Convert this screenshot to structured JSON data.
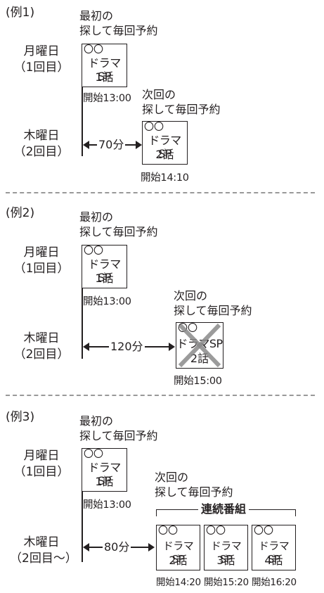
{
  "examples": [
    {
      "label": "(例1)",
      "first_caption": [
        "最初の",
        "探して毎回予約"
      ],
      "day1": [
        "月曜日",
        "（1回目）"
      ],
      "day2": [
        "木曜日",
        "（2回目）"
      ],
      "box1": {
        "circles": "〇〇",
        "title": "ドラマSP",
        "episode": "1話",
        "start": "開始13:00"
      },
      "next_caption": [
        "次回の",
        "探して毎回予約"
      ],
      "gap": "70分",
      "boxes2": [
        {
          "circles": "〇〇",
          "title": "ドラマSP",
          "episode": "2話",
          "start": "開始14:10"
        }
      ]
    },
    {
      "label": "(例2)",
      "first_caption": [
        "最初の",
        "探して毎回予約"
      ],
      "day1": [
        "月曜日",
        "（1回目）"
      ],
      "day2": [
        "木曜日",
        "（2回目）"
      ],
      "box1": {
        "circles": "〇〇",
        "title": "ドラマSP",
        "episode": "1話",
        "start": "開始13:00"
      },
      "next_caption": [
        "次回の",
        "探して毎回予約"
      ],
      "gap": "120分",
      "boxes2": [
        {
          "circles": "〇〇",
          "title": "ドラマSP",
          "episode": "2話",
          "start": "開始15:00",
          "crossed": true
        }
      ]
    },
    {
      "label": "(例3)",
      "first_caption": [
        "最初の",
        "探して毎回予約"
      ],
      "day1": [
        "月曜日",
        "（1回目）"
      ],
      "day2": [
        "木曜日",
        "（2回目〜）"
      ],
      "box1": {
        "circles": "〇〇",
        "title": "ドラマSP",
        "episode": "1話",
        "start": "開始13:00"
      },
      "next_caption": [
        "次回の",
        "探して毎回予約"
      ],
      "group_label": "連続番組",
      "gap": "80分",
      "boxes2": [
        {
          "circles": "〇〇",
          "title": "ドラマSP",
          "episode": "2話",
          "start": "開始14:20"
        },
        {
          "circles": "〇〇",
          "title": "ドラマSP",
          "episode": "3話",
          "start": "開始15:20"
        },
        {
          "circles": "〇〇",
          "title": "ドラマSP",
          "episode": "4話",
          "start": "開始16:20"
        }
      ]
    }
  ],
  "colors": {
    "ink": "#231f20",
    "cross": "#8a8a8a",
    "separator": "#999999"
  }
}
